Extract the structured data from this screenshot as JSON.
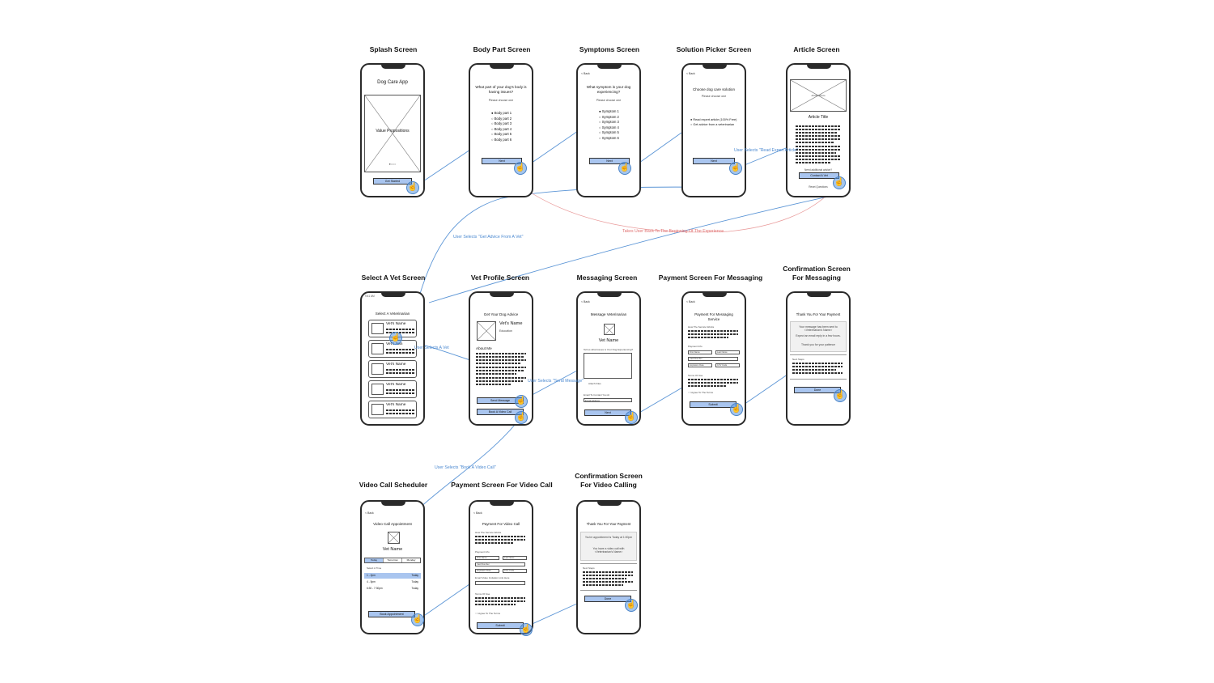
{
  "titles": {
    "splash": "Splash Screen",
    "body_part": "Body Part Screen",
    "symptoms": "Symptoms Screen",
    "solution": "Solution Picker Screen",
    "article": "Article Screen",
    "select_vet": "Select A Vet Screen",
    "vet_profile": "Vet Profile Screen",
    "messaging": "Messaging Screen",
    "payment_msg": "Payment Screen For Messaging",
    "confirm_msg_1": "Confirmation Screen",
    "confirm_msg_2": "For Messaging",
    "video_sched": "Video Call Scheduler",
    "payment_video": "Payment Screen For Video Call",
    "confirm_video_1": "Confirmation Screen",
    "confirm_video_2": "For Video Calling"
  },
  "common": {
    "back": "< Back",
    "time": "9:41 AM"
  },
  "splash": {
    "app_title": "Dog Care App",
    "value_props": "Value Propositions",
    "dots": "●○○○",
    "button": "Get Started"
  },
  "body_part": {
    "question": "What part of your dog's body is having issues?",
    "hint": "Please choose one",
    "options": [
      "Body part 1",
      "Body part 2",
      "Body part 3",
      "Body part 4",
      "Body part 5",
      "Body part 6"
    ],
    "button": "Next"
  },
  "symptoms": {
    "question": "What symptom is your dog experiencing?",
    "hint": "Please choose one",
    "options": [
      "Symptom 1",
      "Symptom 2",
      "Symptom 3",
      "Symptom 4",
      "Symptom 5",
      "Symptom 6"
    ],
    "button": "Next"
  },
  "solution": {
    "question": "Choose dog care solution",
    "hint": "Please choose one",
    "options": [
      "Read expert article (100% Free)",
      "Get advice from a veterinarian"
    ],
    "button": "Next"
  },
  "article": {
    "photo": "Article Photo",
    "title": "Article Title",
    "need_help": "Need additional advice?",
    "button": "Contact A Vet",
    "link": "Reset Questions"
  },
  "select_vet": {
    "heading": "Select A Veterinarian",
    "vets": [
      "Vet's Name",
      "Vet's Nan",
      "Vet's Name",
      "Vet's Name",
      "Vet's Name"
    ]
  },
  "vet_profile": {
    "heading": "Get Your Dog Advice",
    "name": "Vet's Name",
    "edu": "Education",
    "about": "About Me",
    "btn_msg": "Send Message",
    "btn_video": "Book A Video Call"
  },
  "messaging": {
    "heading": "Message Veterinarian",
    "name": "Vet Name",
    "prompt": "Tell us what issues is Your Dog Experiencing?",
    "attach": "Attach Files",
    "email_label": "Email To Contact You At",
    "email_ph": "Email Address",
    "button": "Next"
  },
  "payment_msg": {
    "heading": "Payment For Messaging Service",
    "how": "How The Service Works",
    "info": "Payment Info",
    "fields": [
      "First Name",
      "Last Name",
      "Card Number",
      "Expiration Date",
      "CVV Code"
    ],
    "terms": "Terms Of Use",
    "agree": "I Agree To The Terms",
    "button": "Submit"
  },
  "confirm_msg": {
    "heading": "Thank You For Your Payment",
    "msg1": "Your message has been sent to <Veterinarian's Name>",
    "msg2": "Expect an email reply in a few hours.",
    "msg3": "Thank you for your patience",
    "next": "Next Steps",
    "button": "Done"
  },
  "video_sched": {
    "heading": "Video Call Appointment",
    "name": "Vet Name",
    "tabs": [
      "Today",
      "Tomorrow",
      "Monday"
    ],
    "select": "Select A Time",
    "slots": [
      "1 - 2pm",
      "4 - 5pm",
      "6:30 - 7:30pm"
    ],
    "slot_day": "Today",
    "button": "Book Appointment"
  },
  "payment_video": {
    "heading": "Payment For Video Call",
    "how": "How The Service Works",
    "info": "Payment Info",
    "fields": [
      "First Name",
      "Last Name",
      "Card Number",
      "Expiration Date",
      "CVV Code"
    ],
    "email": "Email Video Invitation Link Here",
    "terms": "Terms Of Use",
    "agree": "I Agree To The Terms",
    "button": "Submit"
  },
  "confirm_video": {
    "heading": "Thank You For Your Payment",
    "msg1": "You're appointment is Today at 1:00pm",
    "msg2": "You have a video call with <Veterinarian's Name>",
    "next": "Next Steps",
    "button": "Done"
  },
  "annotations": {
    "read_article": "User Selects \"Read Expert Article\"",
    "advice": "User Selects \"Get Advice From A Vet\"",
    "beginning": "Takes User Back To The Beginning Of The Experience",
    "select_vet": "User Selects A Vet",
    "send_message": "User Selects \"Send Message\"",
    "book_video": "User Selects \"Book A Video Call\""
  },
  "colors": {
    "accent": "#a9c5ef",
    "connector": "#4a88d0",
    "return": "#e07070"
  }
}
